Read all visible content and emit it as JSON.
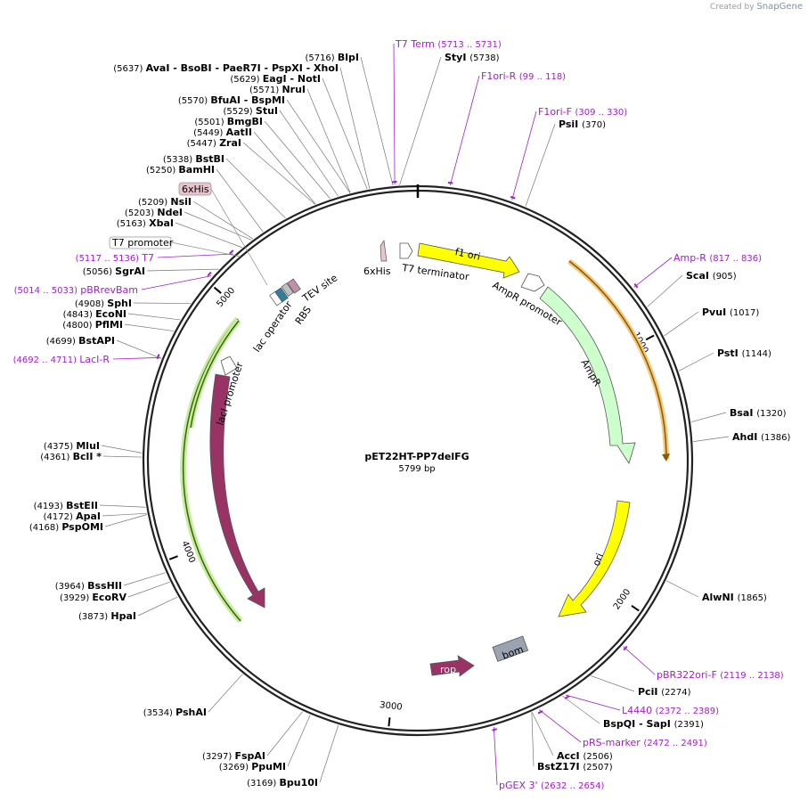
{
  "watermark": {
    "prefix": "Created by",
    "brand": "SnapGene"
  },
  "plasmid": {
    "name": "pET22HT-PP7delFG",
    "length": "5799 bp",
    "total": 5799
  },
  "ticks": [
    {
      "bp": 1000,
      "label": "1000"
    },
    {
      "bp": 2000,
      "label": "2000"
    },
    {
      "bp": 3000,
      "label": "3000"
    },
    {
      "bp": 4000,
      "label": "4000"
    },
    {
      "bp": 5000,
      "label": "5000"
    }
  ],
  "sites": [
    {
      "name": "BlpI",
      "pos": "(5716)",
      "bp": 5716
    },
    {
      "name": "AvaI - BsoBI - PaeR7I - PspXI - XhoI",
      "pos": "(5637)",
      "bp": 5637
    },
    {
      "name": "EagI - NotI",
      "pos": "(5629)",
      "bp": 5629
    },
    {
      "name": "NruI",
      "pos": "(5571)",
      "bp": 5571
    },
    {
      "name": "BfuAI - BspMI",
      "pos": "(5570)",
      "bp": 5570
    },
    {
      "name": "StuI",
      "pos": "(5529)",
      "bp": 5529
    },
    {
      "name": "BmgBI",
      "pos": "(5501)",
      "bp": 5501
    },
    {
      "name": "AatII",
      "pos": "(5449)",
      "bp": 5449
    },
    {
      "name": "ZraI",
      "pos": "(5447)",
      "bp": 5447
    },
    {
      "name": "BstBI",
      "pos": "(5338)",
      "bp": 5338
    },
    {
      "name": "BamHI",
      "pos": "(5250)",
      "bp": 5250
    },
    {
      "name": "NsiI",
      "pos": "(5209)",
      "bp": 5209
    },
    {
      "name": "NdeI",
      "pos": "(5203)",
      "bp": 5203
    },
    {
      "name": "XbaI",
      "pos": "(5163)",
      "bp": 5163
    },
    {
      "name": "SgrAI",
      "pos": "(5056)",
      "bp": 5056
    },
    {
      "name": "SphI",
      "pos": "(4908)",
      "bp": 4908
    },
    {
      "name": "EcoNI",
      "pos": "(4843)",
      "bp": 4843
    },
    {
      "name": "PflMI",
      "pos": "(4800)",
      "bp": 4800
    },
    {
      "name": "BstAPI",
      "pos": "(4699)",
      "bp": 4699
    },
    {
      "name": "MluI",
      "pos": "(4375)",
      "bp": 4375
    },
    {
      "name": "BclI *",
      "pos": "(4361)",
      "bp": 4361
    },
    {
      "name": "BstEII",
      "pos": "(4193)",
      "bp": 4193
    },
    {
      "name": "ApaI",
      "pos": "(4172)",
      "bp": 4172
    },
    {
      "name": "PspOMI",
      "pos": "(4168)",
      "bp": 4168
    },
    {
      "name": "BssHII",
      "pos": "(3964)",
      "bp": 3964
    },
    {
      "name": "EcoRV",
      "pos": "(3929)",
      "bp": 3929
    },
    {
      "name": "HpaI",
      "pos": "(3873)",
      "bp": 3873
    },
    {
      "name": "PshAI",
      "pos": "(3534)",
      "bp": 3534
    },
    {
      "name": "FspAI",
      "pos": "(3297)",
      "bp": 3297
    },
    {
      "name": "PpuMI",
      "pos": "(3269)",
      "bp": 3269
    },
    {
      "name": "Bpu10I",
      "pos": "(3169)",
      "bp": 3169
    },
    {
      "name": "StyI",
      "pos": "(5738)",
      "bp": 5738
    },
    {
      "name": "PsiI",
      "pos": "(370)",
      "bp": 370
    },
    {
      "name": "ScaI",
      "pos": "(905)",
      "bp": 905
    },
    {
      "name": "PvuI",
      "pos": "(1017)",
      "bp": 1017
    },
    {
      "name": "PstI",
      "pos": "(1144)",
      "bp": 1144
    },
    {
      "name": "BsaI",
      "pos": "(1320)",
      "bp": 1320
    },
    {
      "name": "AhdI",
      "pos": "(1386)",
      "bp": 1386
    },
    {
      "name": "AlwNI",
      "pos": "(1865)",
      "bp": 1865
    },
    {
      "name": "PciI",
      "pos": "(2274)",
      "bp": 2274
    },
    {
      "name": "BspQI - SapI",
      "pos": "(2391)",
      "bp": 2391
    },
    {
      "name": "AccI",
      "pos": "(2506)",
      "bp": 2506
    },
    {
      "name": "BstZ17I",
      "pos": "(2507)",
      "bp": 2507
    }
  ],
  "primers": [
    {
      "name": "T7 Term",
      "range": "(5713 .. 5731)",
      "bp": 5722
    },
    {
      "name": "F1ori-R",
      "range": "(99 .. 118)",
      "bp": 108
    },
    {
      "name": "F1ori-F",
      "range": "(309 .. 330)",
      "bp": 320
    },
    {
      "name": "Amp-R",
      "range": "(817 .. 836)",
      "bp": 826
    },
    {
      "name": "pBR322ori-F",
      "range": "(2119 .. 2138)",
      "bp": 2128
    },
    {
      "name": "L4440",
      "range": "(2372 .. 2389)",
      "bp": 2380
    },
    {
      "name": "pRS-marker",
      "range": "(2472 .. 2491)",
      "bp": 2481
    },
    {
      "name": "pGEX 3'",
      "range": "(2632 .. 2654)",
      "bp": 2643
    },
    {
      "name": "T7",
      "range": "(5117 .. 5136)",
      "bp": 5126
    },
    {
      "name": "pBRrevBam",
      "range": "(5014 .. 5033)",
      "bp": 5023
    },
    {
      "name": "LacI-R",
      "range": "(4692 .. 4711)",
      "bp": 4701
    }
  ],
  "boxed_labels": [
    {
      "name": "6xHis",
      "color": "#e8c4cc"
    },
    {
      "name": "T7 promoter",
      "color": "#ffffff"
    }
  ],
  "features": [
    {
      "name": "f1 ori",
      "color": "#ffff00"
    },
    {
      "name": "AmpR promoter",
      "color": "#ffffff"
    },
    {
      "name": "AmpR",
      "color": "#ccffcc"
    },
    {
      "name": "ori",
      "color": "#ffff00"
    },
    {
      "name": "bom",
      "color": "#9aa4b0"
    },
    {
      "name": "rop",
      "color": "#993366"
    },
    {
      "name": "lacI",
      "color": "#993366"
    },
    {
      "name": "lacI promoter",
      "color": "#ffffff"
    },
    {
      "name": "lac operator",
      "color": "#2f7f9a"
    },
    {
      "name": "RBS",
      "color": "#c0c0c0"
    },
    {
      "name": "TEV site",
      "color": "#c090a8"
    },
    {
      "name": "6xHis",
      "color": "#e8c4cc"
    },
    {
      "name": "T7 terminator",
      "color": "#ffffff"
    }
  ],
  "colors": {
    "primer": "#a020c8",
    "orange_arc": "#f5a623",
    "green_arc": "#7cc242"
  }
}
